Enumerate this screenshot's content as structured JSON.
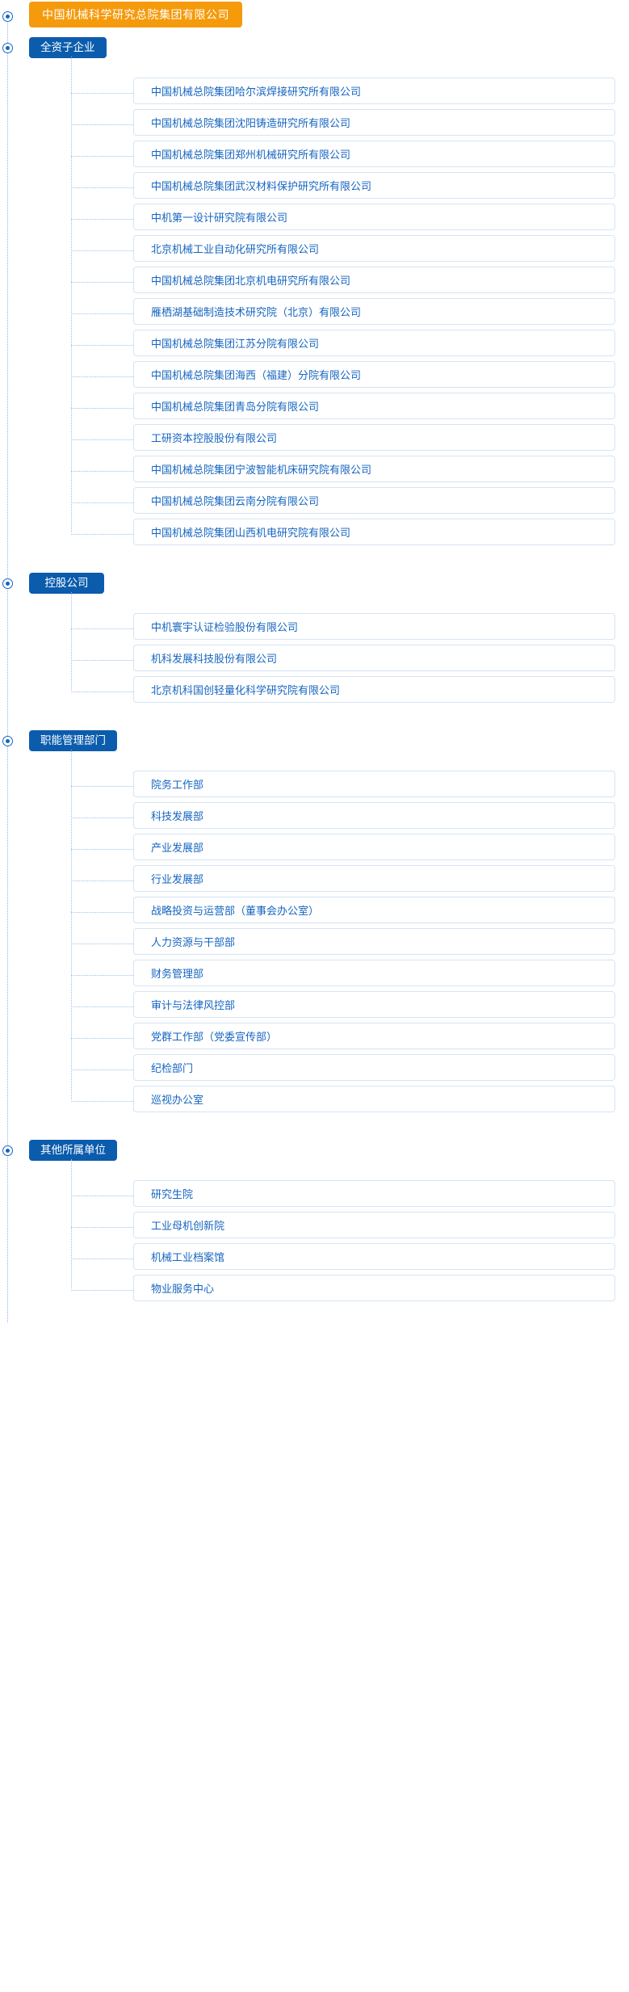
{
  "root": {
    "label": "中国机械科学研究总院集团有限公司",
    "color": "#f59a0b",
    "icon": "root-node-marker"
  },
  "theme": {
    "group_header_color": "#0b5cad",
    "item_text_color": "#1565c0",
    "item_border_color": "#d5e4f4",
    "connector_color": "#9dc2ea"
  },
  "groups": [
    {
      "title": "全资子企业",
      "items": [
        {
          "label": "中国机械总院集团哈尔滨焊接研究所有限公司"
        },
        {
          "label": "中国机械总院集团沈阳铸造研究所有限公司"
        },
        {
          "label": "中国机械总院集团郑州机械研究所有限公司"
        },
        {
          "label": "中国机械总院集团武汉材料保护研究所有限公司"
        },
        {
          "label": "中机第一设计研究院有限公司"
        },
        {
          "label": "北京机械工业自动化研究所有限公司"
        },
        {
          "label": "中国机械总院集团北京机电研究所有限公司"
        },
        {
          "label": "雁栖湖基础制造技术研究院（北京）有限公司"
        },
        {
          "label": "中国机械总院集团江苏分院有限公司"
        },
        {
          "label": "中国机械总院集团海西（福建）分院有限公司"
        },
        {
          "label": "中国机械总院集团青岛分院有限公司"
        },
        {
          "label": "工研资本控股股份有限公司"
        },
        {
          "label": "中国机械总院集团宁波智能机床研究院有限公司"
        },
        {
          "label": "中国机械总院集团云南分院有限公司"
        },
        {
          "label": "中国机械总院集团山西机电研究院有限公司"
        }
      ]
    },
    {
      "title": "控股公司",
      "items": [
        {
          "label": "中机寰宇认证检验股份有限公司"
        },
        {
          "label": "机科发展科技股份有限公司"
        },
        {
          "label": "北京机科国创轻量化科学研究院有限公司"
        }
      ]
    },
    {
      "title": "职能管理部门",
      "items": [
        {
          "label": "院务工作部"
        },
        {
          "label": "科技发展部"
        },
        {
          "label": "产业发展部"
        },
        {
          "label": "行业发展部"
        },
        {
          "label": "战略投资与运营部（董事会办公室）"
        },
        {
          "label": "人力资源与干部部"
        },
        {
          "label": "财务管理部"
        },
        {
          "label": "审计与法律风控部"
        },
        {
          "label": "党群工作部（党委宣传部）"
        },
        {
          "label": "纪检部门"
        },
        {
          "label": "巡视办公室"
        }
      ]
    },
    {
      "title": "其他所属单位",
      "items": [
        {
          "label": "研究生院"
        },
        {
          "label": "工业母机创新院"
        },
        {
          "label": "机械工业档案馆"
        },
        {
          "label": "物业服务中心"
        }
      ]
    }
  ]
}
